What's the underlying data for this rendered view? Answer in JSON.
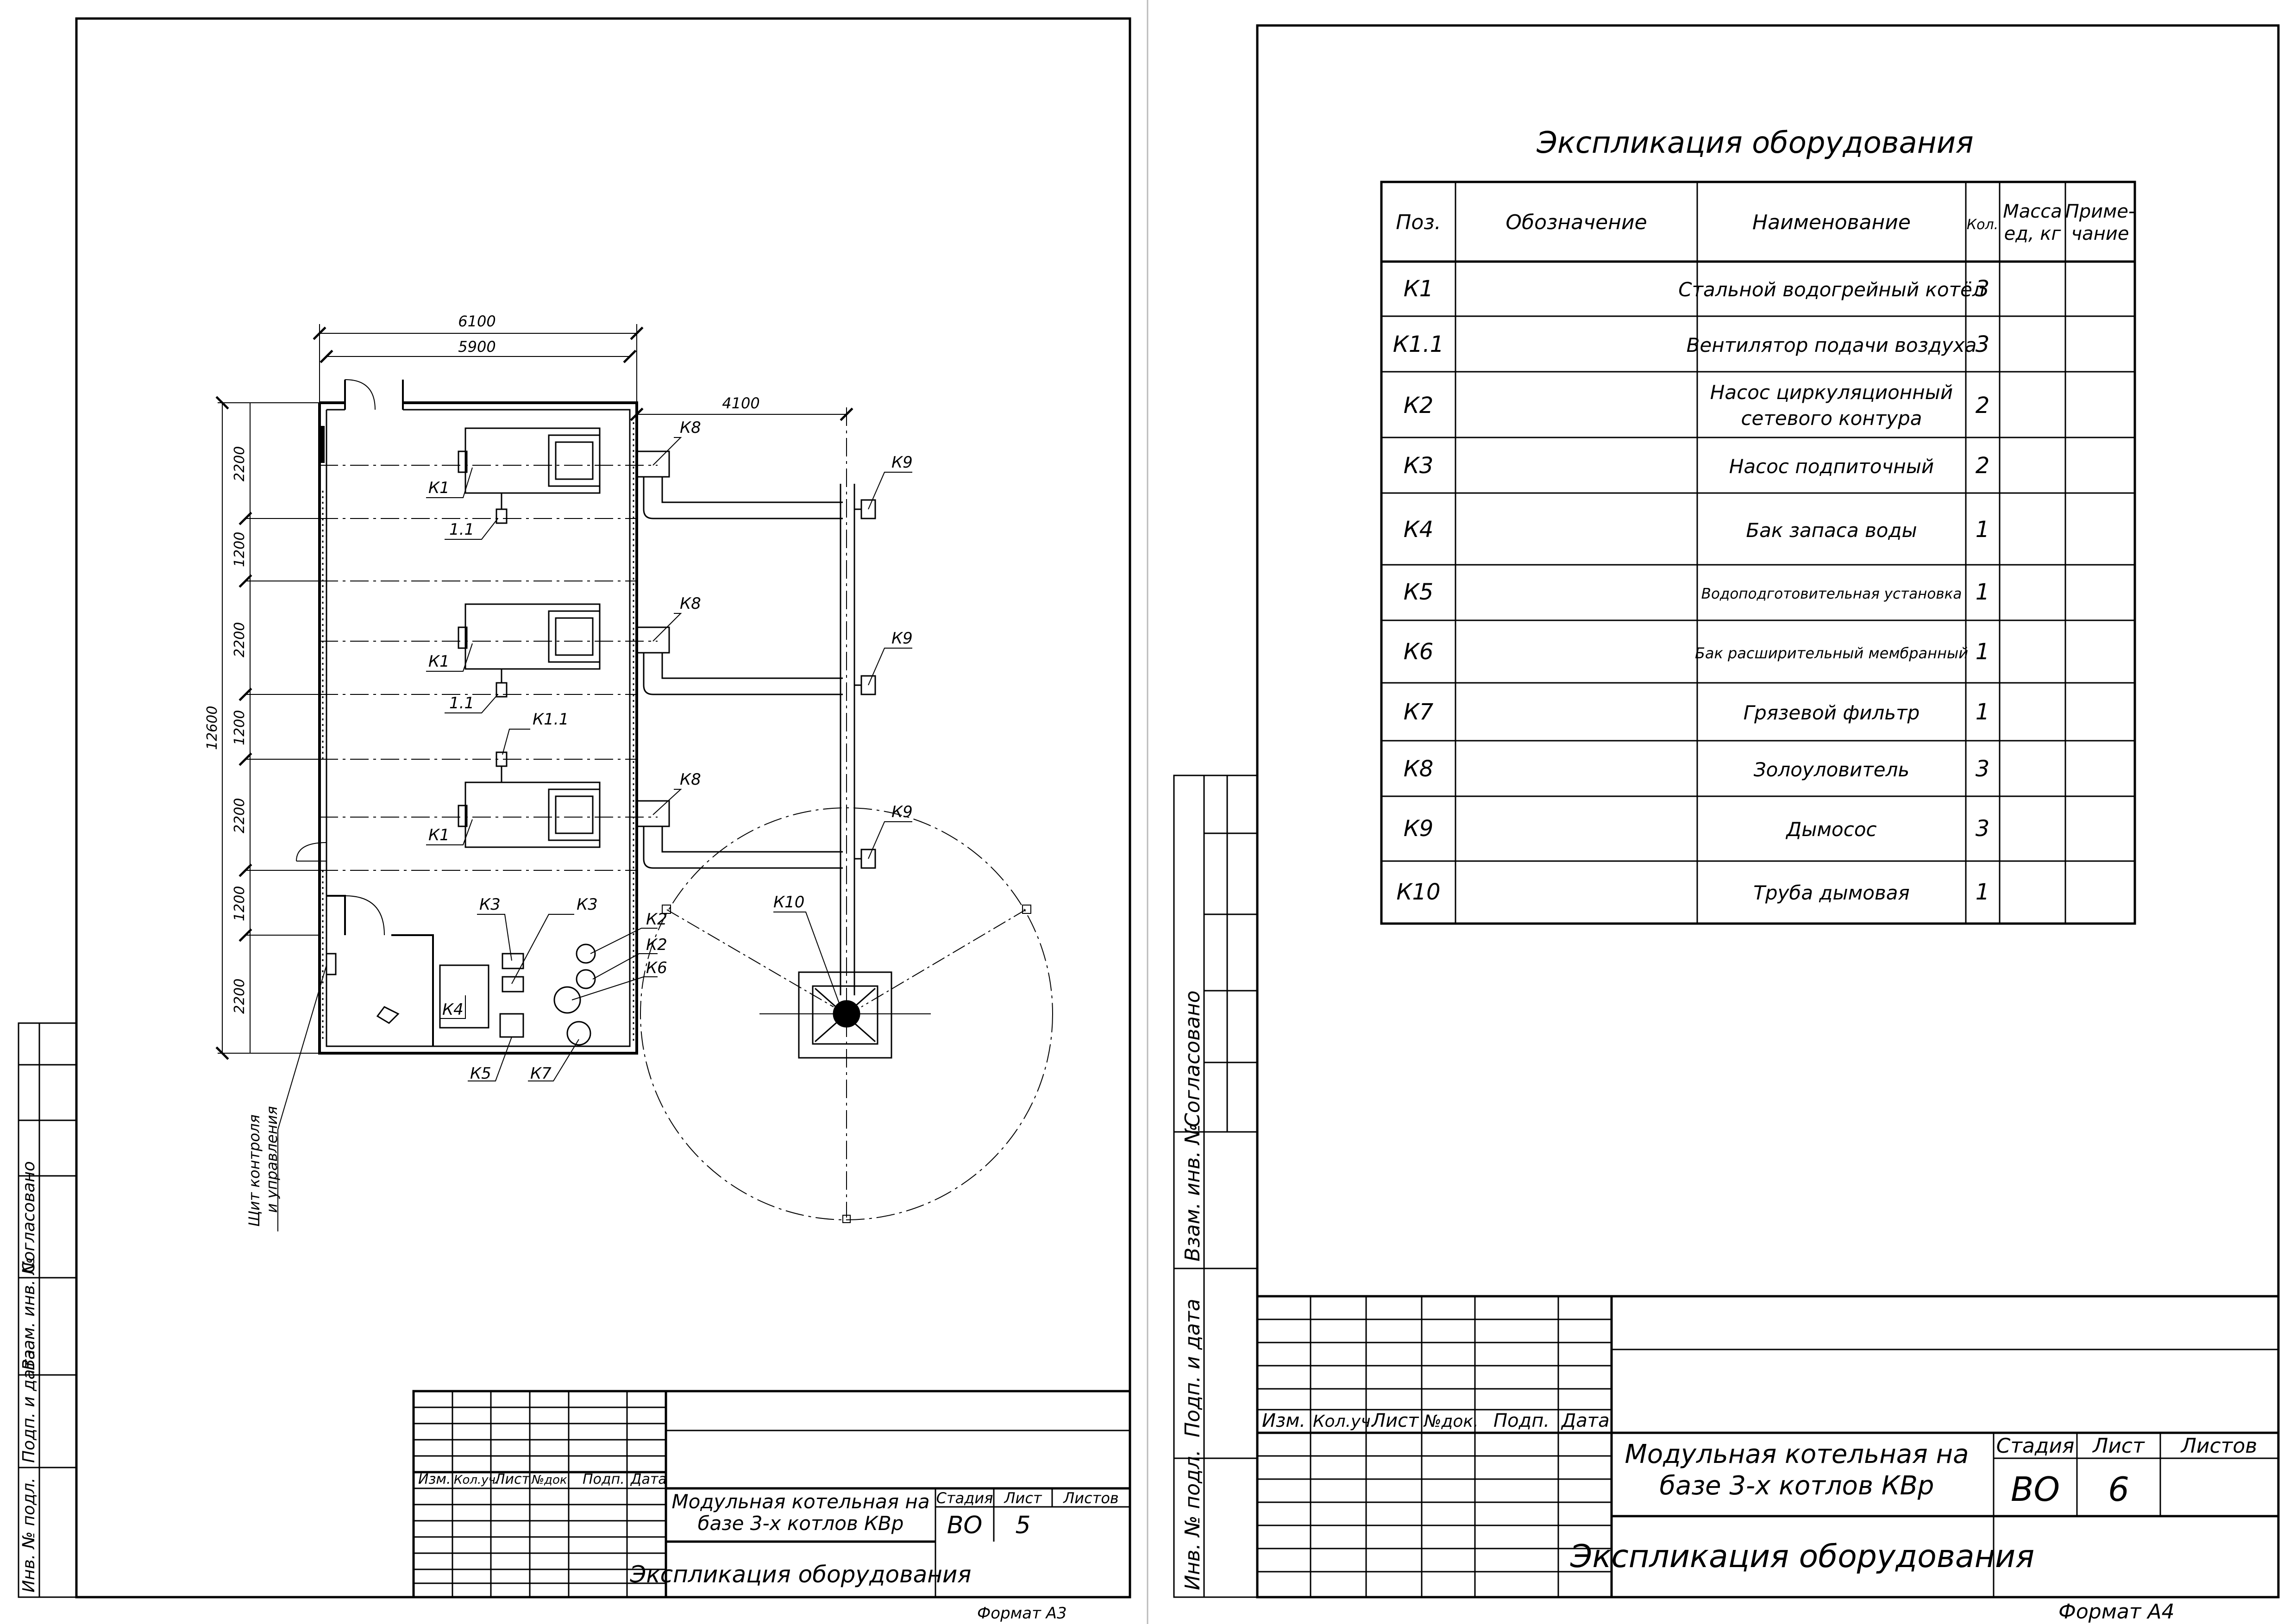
{
  "left_sheet": {
    "dims": {
      "width_outer": "6100",
      "width_inner": "5900",
      "chimney_offset": "4100",
      "total_height": "12600",
      "segments": [
        "2200",
        "1200",
        "2200",
        "1200",
        "2200",
        "1200",
        "2200"
      ]
    },
    "labels": {
      "k1": "К1",
      "k11_short": "1.1",
      "k11": "К1.1",
      "k2": "К2",
      "k3": "К3",
      "k4": "К4",
      "k5": "К5",
      "k6": "К6",
      "k7": "К7",
      "k8": "К8",
      "k9": "К9",
      "k10": "К10"
    },
    "shield_label_1": "Щит контроля",
    "shield_label_2": "и управления",
    "side_stamp": [
      "Инв. № подл.",
      "Подп. и дата",
      "Взам. инв. №",
      "Согласовано"
    ],
    "title_block": {
      "headers": [
        "Изм.",
        "Кол.уч.",
        "Лист",
        "№док.",
        "Подп.",
        "Дата"
      ],
      "title_line1": "Модульная котельная на",
      "title_line2": "базе 3-х котлов КВр",
      "stage_h": "Стадия",
      "sheet_h": "Лист",
      "sheets_h": "Листов",
      "stage": "ВО",
      "sheet": "5",
      "doc_name": "Экспликация оборудования"
    },
    "format": "Формат     А3"
  },
  "right_sheet": {
    "table_title": "Экспликация оборудования",
    "table": {
      "headers": [
        "Поз.",
        "Обозначение",
        "Наименование",
        "Кол.",
        "Масса",
        "ед, кг",
        "Приме-",
        "чание"
      ],
      "rows": [
        {
          "pos": "К1",
          "name": "Стальной водогрейный котёл",
          "qty": "3"
        },
        {
          "pos": "К1.1",
          "name": "Вентилятор подачи воздуха",
          "qty": "3"
        },
        {
          "pos": "К2",
          "name": "Насос циркуляционный",
          "name2": "сетевого контура",
          "qty": "2"
        },
        {
          "pos": "К3",
          "name": "Насос подпиточный",
          "qty": "2"
        },
        {
          "pos": "К4",
          "name": "Бак запаса воды",
          "qty": "1"
        },
        {
          "pos": "К5",
          "name": "Водоподготовительная установка",
          "qty": "1"
        },
        {
          "pos": "К6",
          "name": "Бак расширительный мембранный",
          "qty": "1"
        },
        {
          "pos": "К7",
          "name": "Грязевой фильтр",
          "qty": "1"
        },
        {
          "pos": "К8",
          "name": "Золоуловитель",
          "qty": "3"
        },
        {
          "pos": "К9",
          "name": "Дымосос",
          "qty": "3"
        },
        {
          "pos": "К10",
          "name": "Труба дымовая",
          "qty": "1"
        }
      ]
    },
    "side_stamp": [
      "Инв. № подл.",
      "Подп. и дата",
      "Взам. инв. №",
      "Согласовано"
    ],
    "title_block": {
      "headers": [
        "Изм.",
        "Кол.уч.",
        "Лист",
        "№док.",
        "Подп.",
        "Дата"
      ],
      "title_line1": "Модульная котельная на",
      "title_line2": "базе 3-х котлов КВр",
      "stage_h": "Стадия",
      "sheet_h": "Лист",
      "sheets_h": "Листов",
      "stage": "ВО",
      "sheet": "6",
      "doc_name": "Экспликация оборудования"
    },
    "format": "Формат     А4"
  }
}
